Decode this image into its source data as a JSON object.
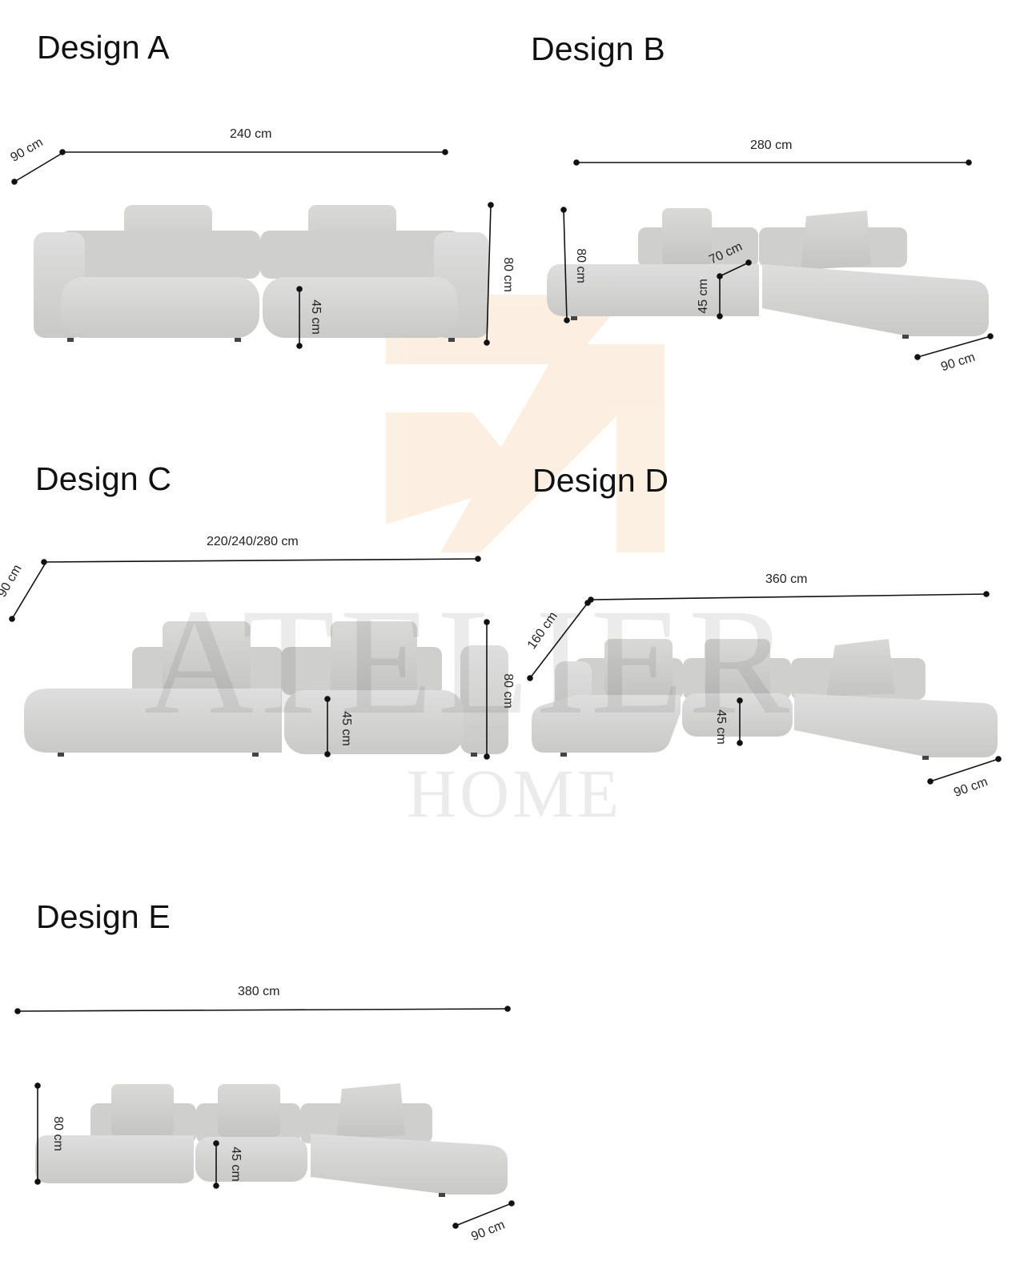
{
  "designs": {
    "a": {
      "title": "Design A",
      "depth": "90 cm",
      "width": "240 cm",
      "height": "80 cm",
      "seat": "45 cm"
    },
    "b": {
      "title": "Design B",
      "width": "280 cm",
      "height": "80 cm",
      "seat": "45 cm",
      "back": "70 cm",
      "depth": "90 cm"
    },
    "c": {
      "title": "Design C",
      "depth": "90 cm",
      "width": "220/240/280 cm",
      "height": "80 cm",
      "seat": "45 cm"
    },
    "d": {
      "title": "Design D",
      "side": "160 cm",
      "width": "360 cm",
      "seat": "45 cm",
      "depth": "90 cm"
    },
    "e": {
      "title": "Design E",
      "width": "380 cm",
      "height": "80 cm",
      "seat": "45 cm",
      "depth": "90 cm"
    }
  },
  "watermark": {
    "brand": "ATELIER",
    "sub": "HOME"
  },
  "colors": {
    "fabric": "#d3d3d1",
    "fabric_shadow": "#bdbdbb",
    "line": "#111111",
    "logo": "#f6c89a"
  }
}
